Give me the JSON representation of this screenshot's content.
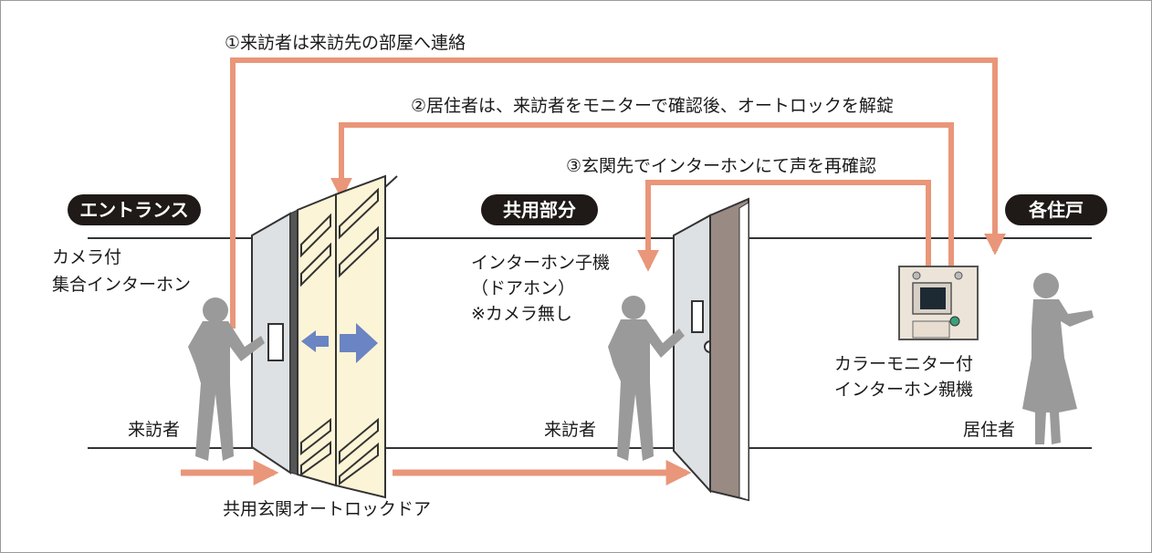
{
  "steps": {
    "step1": "①来訪者は来訪先の部屋へ連絡",
    "step2": "②居住者は、来訪者をモニターで確認後、オートロックを解錠",
    "step3": "③玄関先でインターホンにて声を再確認"
  },
  "zones": {
    "entrance": "エントランス",
    "common": "共用部分",
    "unit": "各住戸"
  },
  "labels": {
    "camera_intercom": "カメラ付\n集合インターホン",
    "sub_intercom": "インターホン子機\n（ドアホン）\n※カメラ無し",
    "monitor_intercom": "カラーモニター付\nインターホン親機",
    "visitor_entrance": "来訪者",
    "visitor_common": "来訪者",
    "resident": "居住者",
    "autolock_door": "共用玄関オートロックドア"
  },
  "colors": {
    "arrow": "#e9967a",
    "figure": "#9a9a9a",
    "door_glass": "#fcf4d6",
    "slide_arrow": "#6a84c4",
    "pill": "#1f1a17",
    "door_panel": "#dde1e3",
    "door_brown": "#9a8a84"
  }
}
